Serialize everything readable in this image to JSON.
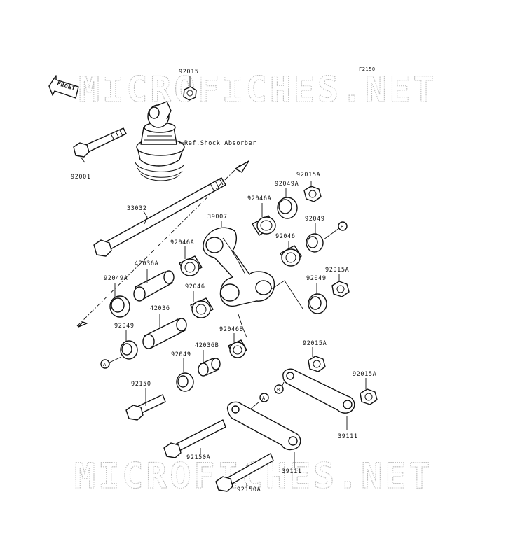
{
  "diagram_code": "F2150",
  "front_tag": "FRONT",
  "watermark": "MICROFICHES.NET",
  "ref_note": "Ref.Shock Absorber",
  "labels": [
    "92015",
    "92001",
    "33032",
    "39007",
    "92015A",
    "92049A",
    "92046A",
    "92049",
    "B",
    "92046",
    "92046A",
    "42036A",
    "92015A",
    "92049A",
    "92046",
    "92049",
    "42036",
    "92049",
    "92046B",
    "A",
    "42036B",
    "92049",
    "92015A",
    "92150",
    "92015A",
    "B",
    "A",
    "39111",
    "92150A",
    "39111",
    "92150A"
  ]
}
